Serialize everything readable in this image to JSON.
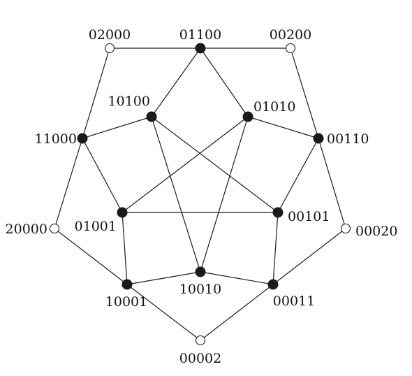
{
  "nodes": [
    {
      "id": "02000",
      "label": "02000",
      "filled": false
    },
    {
      "id": "01100",
      "label": "01100",
      "filled": true
    },
    {
      "id": "00200",
      "label": "00200",
      "filled": false
    },
    {
      "id": "10100",
      "label": "10100",
      "filled": true
    },
    {
      "id": "01010",
      "label": "01010",
      "filled": true
    },
    {
      "id": "11000",
      "label": "11000",
      "filled": true
    },
    {
      "id": "00110",
      "label": "00110",
      "filled": true
    },
    {
      "id": "01001",
      "label": "01001",
      "filled": true
    },
    {
      "id": "00101",
      "label": "00101",
      "filled": true
    },
    {
      "id": "20000",
      "label": "20000",
      "filled": false
    },
    {
      "id": "00020",
      "label": "00020",
      "filled": false
    },
    {
      "id": "10010",
      "label": "10010",
      "filled": true
    },
    {
      "id": "10001",
      "label": "10001",
      "filled": true
    },
    {
      "id": "00011",
      "label": "00011",
      "filled": true
    },
    {
      "id": "00002",
      "label": "00002",
      "filled": false
    }
  ],
  "edges": [
    [
      "02000",
      "01100"
    ],
    [
      "01100",
      "00200"
    ],
    [
      "02000",
      "11000"
    ],
    [
      "00200",
      "00110"
    ],
    [
      "01100",
      "10100"
    ],
    [
      "01100",
      "01010"
    ],
    [
      "11000",
      "10100"
    ],
    [
      "01010",
      "00110"
    ],
    [
      "11000",
      "20000"
    ],
    [
      "00110",
      "00020"
    ],
    [
      "11000",
      "01001"
    ],
    [
      "00110",
      "00101"
    ],
    [
      "10100",
      "00101"
    ],
    [
      "10100",
      "10010"
    ],
    [
      "01010",
      "01001"
    ],
    [
      "01010",
      "10010"
    ],
    [
      "01001",
      "00101"
    ],
    [
      "01001",
      "10001"
    ],
    [
      "00101",
      "00011"
    ],
    [
      "20000",
      "10001"
    ],
    [
      "00020",
      "00011"
    ],
    [
      "10001",
      "10010"
    ],
    [
      "10010",
      "00011"
    ],
    [
      "10001",
      "00002"
    ],
    [
      "00011",
      "00002"
    ]
  ]
}
